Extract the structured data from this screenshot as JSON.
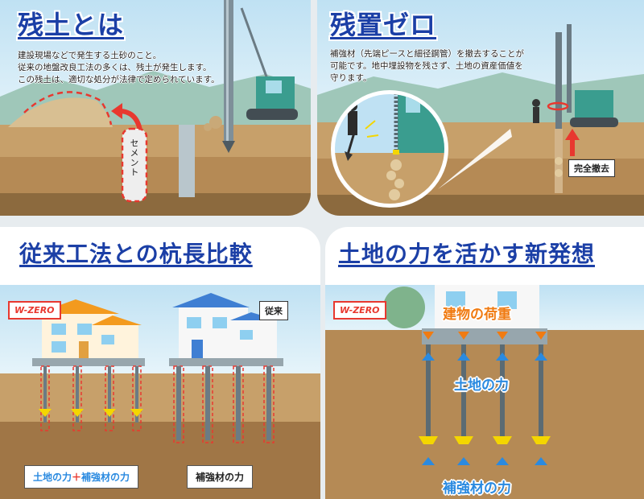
{
  "panel1": {
    "title": "残土とは",
    "desc": [
      "建設現場などで発生する土砂のこと。",
      "従来の地盤改良工法の多くは、残土が発生します。",
      "この残土は、適切な処分が法律で定められています。"
    ],
    "cement_label": "セメント"
  },
  "panel2": {
    "title": "残置ゼロ",
    "desc": [
      "補強材（先端ピースと細径鋼管）を撤去することが",
      "可能です。地中埋設物を残さず、土地の資産価値を",
      "守ります。"
    ],
    "removal_label": "完全撤去"
  },
  "panel3": {
    "title": "従来工法との杭長比較",
    "badge_wzero": "W-ZERO",
    "badge_conventional": "従来",
    "caption_left_a": "土地の力",
    "caption_left_plus": "＋",
    "caption_left_b": "補強材の力",
    "caption_right": "補強材の力"
  },
  "panel4": {
    "title": "土地の力を活かす新発想",
    "badge_wzero": "W-ZERO",
    "label_building_load": "建物の荷重",
    "label_land_power": "土地の力",
    "label_reinforcement_power": "補強材の力"
  },
  "colors": {
    "title_blue": "#1b3fa6",
    "accent_red": "#e8382f",
    "orange": "#f07b12",
    "arrow_blue": "#2a8ae0",
    "yellow": "#f4d600"
  }
}
